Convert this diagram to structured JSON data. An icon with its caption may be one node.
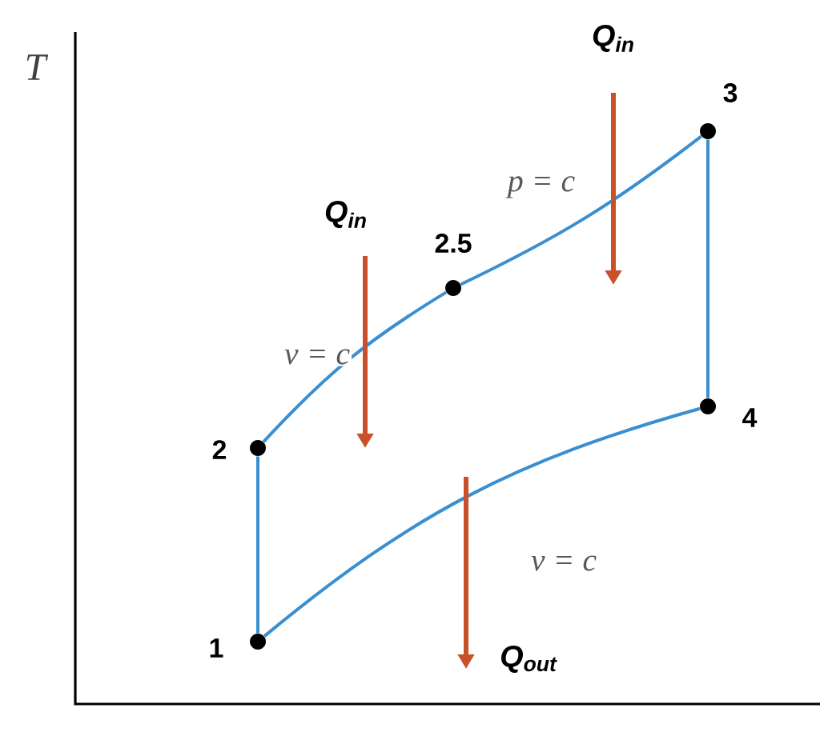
{
  "diagram": {
    "nodes": [
      {
        "text": [],
        "shape": "circle",
        "beside": [
          "1"
        ]
      },
      {
        "text": [],
        "shape": "circle",
        "beside": [
          "2"
        ]
      },
      {
        "text": [],
        "shape": "circle",
        "beside": [
          "2.5"
        ]
      },
      {
        "text": [],
        "shape": "circle",
        "beside": [
          "3"
        ]
      },
      {
        "text": [],
        "shape": "circle",
        "beside": [
          "4"
        ]
      }
    ],
    "edges": [
      {
        "from": 0,
        "to": 1,
        "arrow": "none"
      },
      {
        "from": 1,
        "to": 2,
        "arrow": "none",
        "label": "v = c"
      },
      {
        "from": 2,
        "to": 3,
        "arrow": "none",
        "label": "p = c"
      },
      {
        "from": 3,
        "to": 4,
        "arrow": "none"
      },
      {
        "from": 4,
        "to": 0,
        "arrow": "none",
        "label": "v = c"
      }
    ],
    "labels": [
      "T",
      "Q$_{in}$",
      "Q$_{in}$",
      "Q$_{out}$"
    ]
  }
}
